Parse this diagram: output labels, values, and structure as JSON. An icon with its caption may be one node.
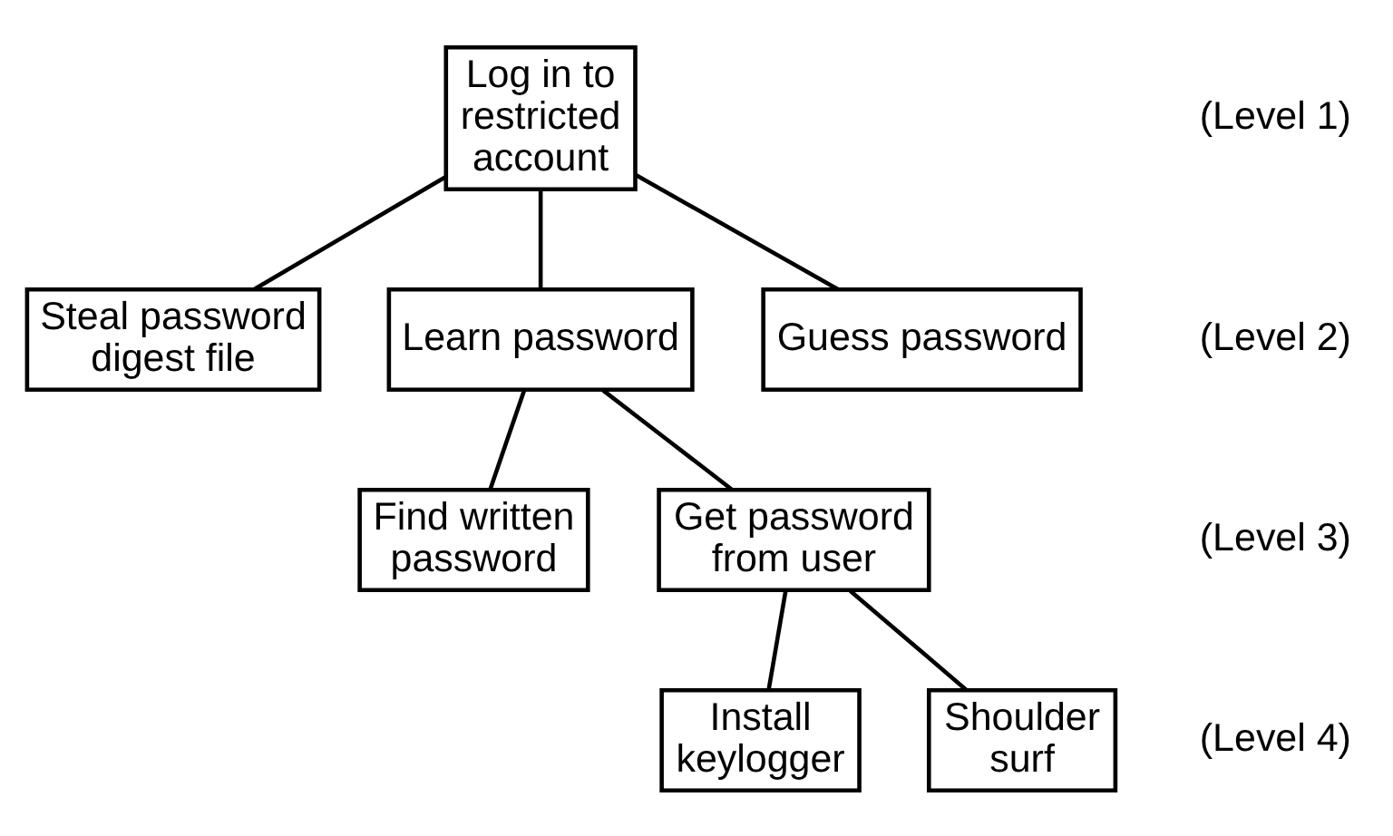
{
  "diagram": {
    "nodes": [
      {
        "text": [
          "Log in to restricted account"
        ]
      },
      {
        "text": [
          "Steal password digest file"
        ]
      },
      {
        "text": [
          "Learn password"
        ]
      },
      {
        "text": [
          "Guess password"
        ]
      },
      {
        "text": [
          "Find written password"
        ]
      },
      {
        "text": [
          "Get password from user"
        ]
      },
      {
        "text": [
          "Install keylogger"
        ]
      },
      {
        "text": [
          "Shoulder surf"
        ]
      }
    ],
    "edges": [
      {
        "from": 0,
        "to": 1,
        "arrow": "none"
      },
      {
        "from": 0,
        "to": 2,
        "arrow": "none"
      },
      {
        "from": 0,
        "to": 3,
        "arrow": "none"
      },
      {
        "from": 2,
        "to": 4,
        "arrow": "none"
      },
      {
        "from": 2,
        "to": 5,
        "arrow": "none"
      },
      {
        "from": 5,
        "to": 6,
        "arrow": "none"
      },
      {
        "from": 5,
        "to": 7,
        "arrow": "none"
      }
    ],
    "labels": [
      "(Level 1)",
      "(Level 2)",
      "(Level 3)",
      "(Level 4)"
    ]
  }
}
